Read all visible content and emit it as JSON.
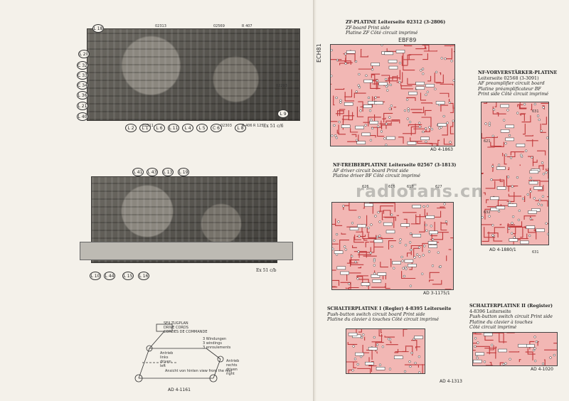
{
  "left_page": {
    "photo1": {
      "callouts": [
        "L 18",
        "L 20",
        "C 32",
        "C 33",
        "C 34",
        "L 36",
        "L 21",
        "L 40",
        "L 2",
        "L 1",
        "L 6",
        "L 11",
        "L 4",
        "L 5",
        "C 6",
        "L 9",
        "L 8"
      ],
      "labels": [
        "02313",
        "02569",
        "R 407",
        "02293",
        "02311",
        "R 125",
        "02303",
        "R 406"
      ],
      "figure": "Ex 51 c/6"
    },
    "photo2": {
      "callouts": [
        "L 41",
        "L 43",
        "L 13",
        "L 19",
        "L 10",
        "L 44",
        "L 15",
        "L 16"
      ],
      "figure": "Ex 51 c/b"
    },
    "drawing": {
      "lines": [
        "SEILZUGPLAN",
        "DRIVE CORDS",
        "CORDES DE COMMANDE",
        "3 Windungen",
        "3 windings",
        "3 enroulements"
      ],
      "notes": [
        "Antrieb",
        "links",
        "driven",
        "left",
        "Ansicht von hinten",
        "view from the rear",
        "Antrieb",
        "rechts",
        "driven",
        "right"
      ],
      "code": "AD 4-1161"
    }
  },
  "right_page": {
    "zf": {
      "title": [
        "ZF-PLATINE Leiterseite 02312 (3-2806)",
        "ZF-board Print side",
        "Platine ZF Côté circuit imprimé"
      ],
      "tubes": [
        "EBF89",
        "ECH81"
      ],
      "code": "AD 4-1863"
    },
    "nf_vor": {
      "title": [
        "NF-VORVERSTÄRKER-PLATINE",
        "Leiterseite 02568 (3-3091)",
        "AF preamplifier circuit board",
        "Platine préamplificateur BF",
        "Print side Côté circuit imprimé"
      ],
      "transistors": [
        "631",
        "621",
        "632",
        "631"
      ],
      "code": "AD 4-1880/1"
    },
    "nf_treiber": {
      "title": [
        "NF-TREIBERPLATINE Leiterseite 02567 (3-1813)",
        "AF driver circuit board Print side",
        "Platine driver BF Côté circuit imprimé"
      ],
      "transistors": [
        "626",
        "616",
        "617",
        "627"
      ],
      "code": "AD 3-1175/1"
    },
    "schalter1": {
      "title": [
        "SCHALTERPLATINE I (Regler) 4-8395 Leiterseite",
        "Push-button switch circuit board Print side",
        "Platine du clavier à touches Côté circuit imprimé"
      ],
      "code": "AD 4-1313"
    },
    "schalter2": {
      "title": [
        "SCHALTERPLATINE II (Register)",
        "4-8396 Leiterseite",
        "Push-button switch circuit Print side",
        "Platine du clavier à touches",
        "Côté circuit imprimé"
      ],
      "code": "AD 4-1020"
    },
    "watermark": "radiofans.cn"
  },
  "colors": {
    "paper": "#f4f1ea",
    "pcb": "#f2b7b4",
    "trace": "#c0393b",
    "ink": "#222222"
  }
}
